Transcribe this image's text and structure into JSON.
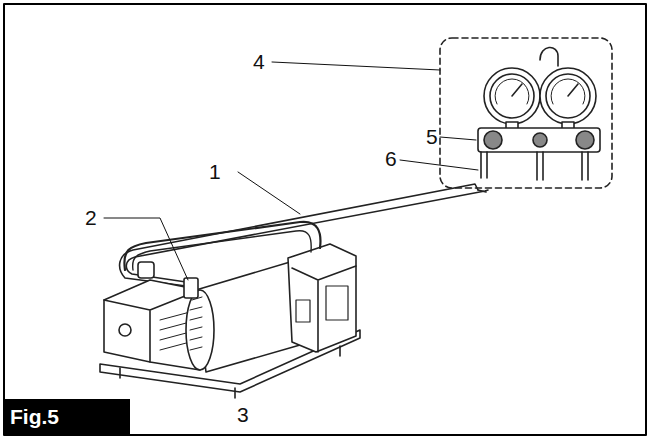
{
  "diagram": {
    "caption": "Fig.5",
    "labels": [
      "1",
      "2",
      "3",
      "4",
      "5",
      "6"
    ]
  }
}
